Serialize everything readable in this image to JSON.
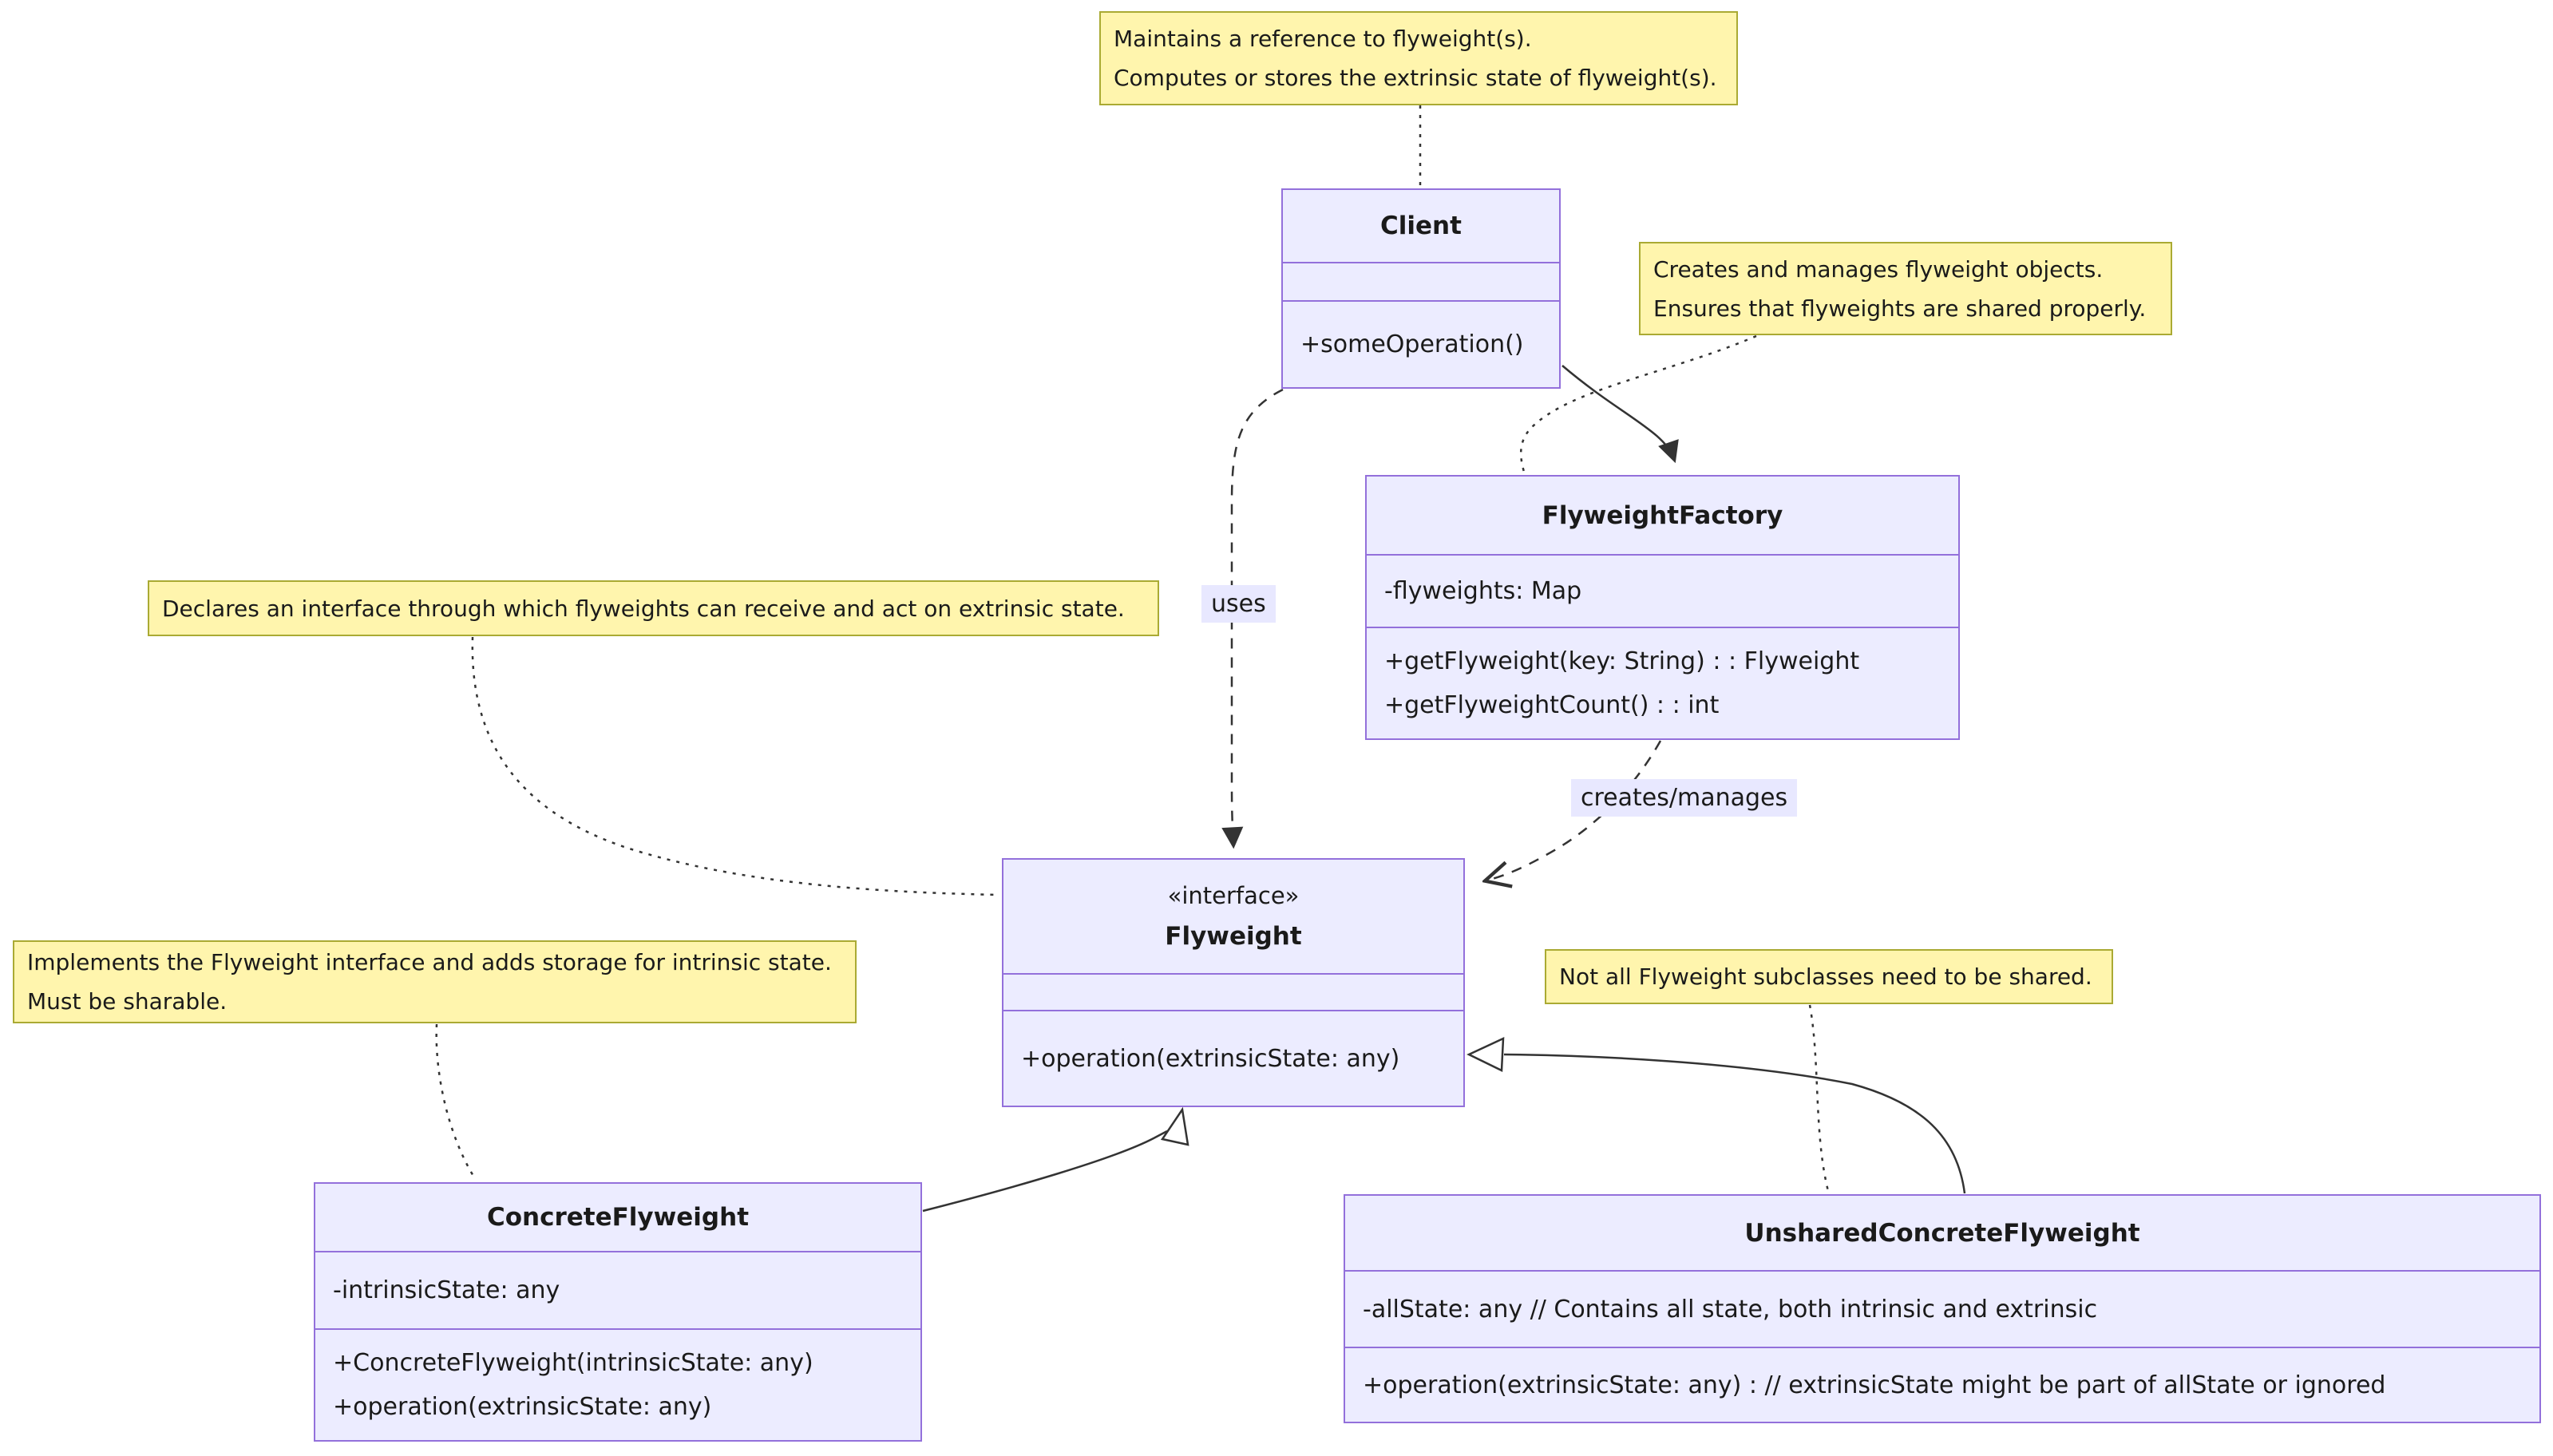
{
  "diagram": {
    "colors": {
      "class_fill": "#ECECFF",
      "class_border": "#9370DB",
      "note_fill": "#FFF5AD",
      "note_border": "#AAAA33",
      "edge_color": "#333333",
      "edge_label_bg": "#E8E8FF",
      "text_color": "#1a1a1a"
    },
    "notes": {
      "client": {
        "lines": [
          "Maintains a reference to flyweight(s).",
          "Computes or stores the extrinsic state of flyweight(s)."
        ]
      },
      "factory": {
        "lines": [
          "Creates and manages flyweight objects.",
          "Ensures that flyweights are shared properly."
        ]
      },
      "flyweight": {
        "lines": [
          "Declares an interface through which flyweights can receive and act on extrinsic state."
        ]
      },
      "concrete": {
        "lines": [
          "Implements the Flyweight interface and adds storage for intrinsic state.",
          "Must be sharable."
        ]
      },
      "unshared": {
        "lines": [
          "Not all Flyweight subclasses need to be shared."
        ]
      }
    },
    "classes": {
      "client": {
        "name": "Client",
        "methods": [
          "+someOperation()"
        ]
      },
      "factory": {
        "name": "FlyweightFactory",
        "attributes": [
          "-flyweights: Map"
        ],
        "methods": [
          "+getFlyweight(key: String) : : Flyweight",
          "+getFlyweightCount() : : int"
        ]
      },
      "flyweight": {
        "stereotype": "«interface»",
        "name": "Flyweight",
        "methods": [
          "+operation(extrinsicState: any)"
        ]
      },
      "concrete": {
        "name": "ConcreteFlyweight",
        "attributes": [
          "-intrinsicState: any"
        ],
        "methods": [
          "+ConcreteFlyweight(intrinsicState: any)",
          "+operation(extrinsicState: any)"
        ]
      },
      "unshared": {
        "name": "UnsharedConcreteFlyweight",
        "attributes": [
          "-allState: any // Contains all state, both intrinsic and extrinsic"
        ],
        "methods": [
          "+operation(extrinsicState: any) : // extrinsicState might be part of allState or ignored"
        ]
      }
    },
    "edge_labels": {
      "uses": "uses",
      "creates_manages": "creates/manages"
    }
  }
}
